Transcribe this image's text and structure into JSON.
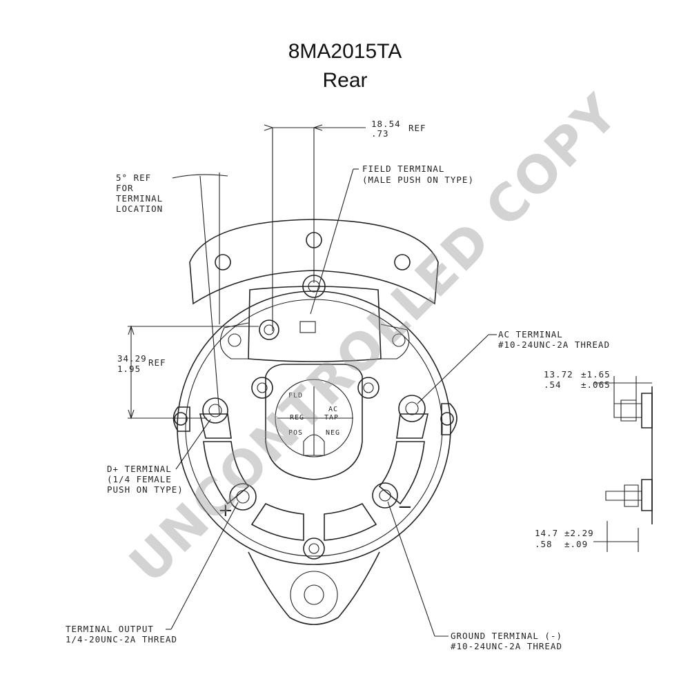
{
  "title": "8MA2015TA",
  "subtitle": "Rear",
  "watermark": "UNCONTROLLED COPY",
  "labels": {
    "ref_5deg": [
      "5° REF",
      "FOR",
      "TERMINAL",
      "LOCATION"
    ],
    "field_terminal": [
      "FIELD TERMINAL",
      "(MALE PUSH ON TYPE)"
    ],
    "top_dim": {
      "mm": "18.54",
      "in": ".73",
      "ref": "REF"
    },
    "side_dim": {
      "mm": "34.29",
      "in": "1.95",
      "ref": "REF"
    },
    "ac_terminal": [
      "AC TERMINAL",
      "#10-24UNC-2A THREAD"
    ],
    "d_plus": [
      "D+ TERMINAL",
      "(1/4 FEMALE",
      "PUSH ON TYPE)"
    ],
    "terminal_output": [
      "TERMINAL OUTPUT",
      "1/4-20UNC-2A THREAD"
    ],
    "ground_terminal": [
      "GROUND TERMINAL (-)",
      "#10-24UNC-2A THREAD"
    ],
    "dim_right_top": {
      "mm": "13.72",
      "in": ".54",
      "tol_mm": "±1.65",
      "tol_in": "±.065"
    },
    "dim_right_bottom": {
      "mm": "14.7",
      "in": ".58",
      "tol_mm": "±2.29",
      "tol_in": "±.09"
    },
    "inner": {
      "fld": "FLD",
      "reg": "REG",
      "ac": "AC",
      "tap": "TAP",
      "pos": "POS",
      "neg": "NEG",
      "plus": "+",
      "minus": "−"
    }
  }
}
